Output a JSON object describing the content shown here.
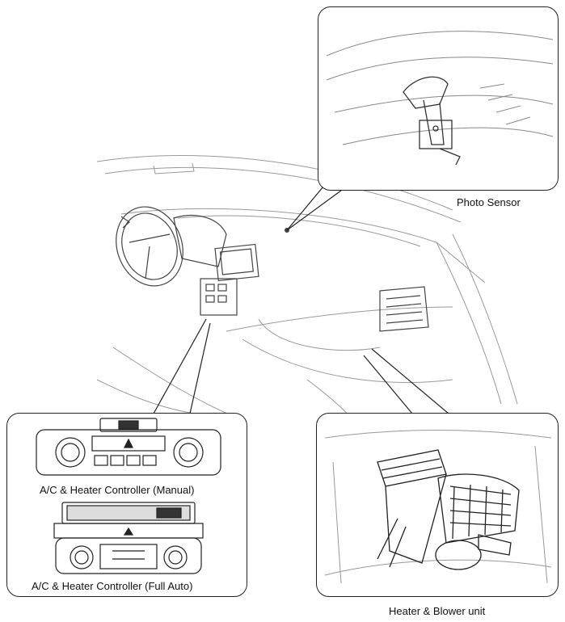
{
  "labels": {
    "photo_sensor": "Photo Sensor",
    "manual_controller": "A/C & Heater Controller (Manual)",
    "auto_controller": "A/C & Heater Controller (Full Auto)",
    "blower_unit": "Heater & Blower unit"
  }
}
